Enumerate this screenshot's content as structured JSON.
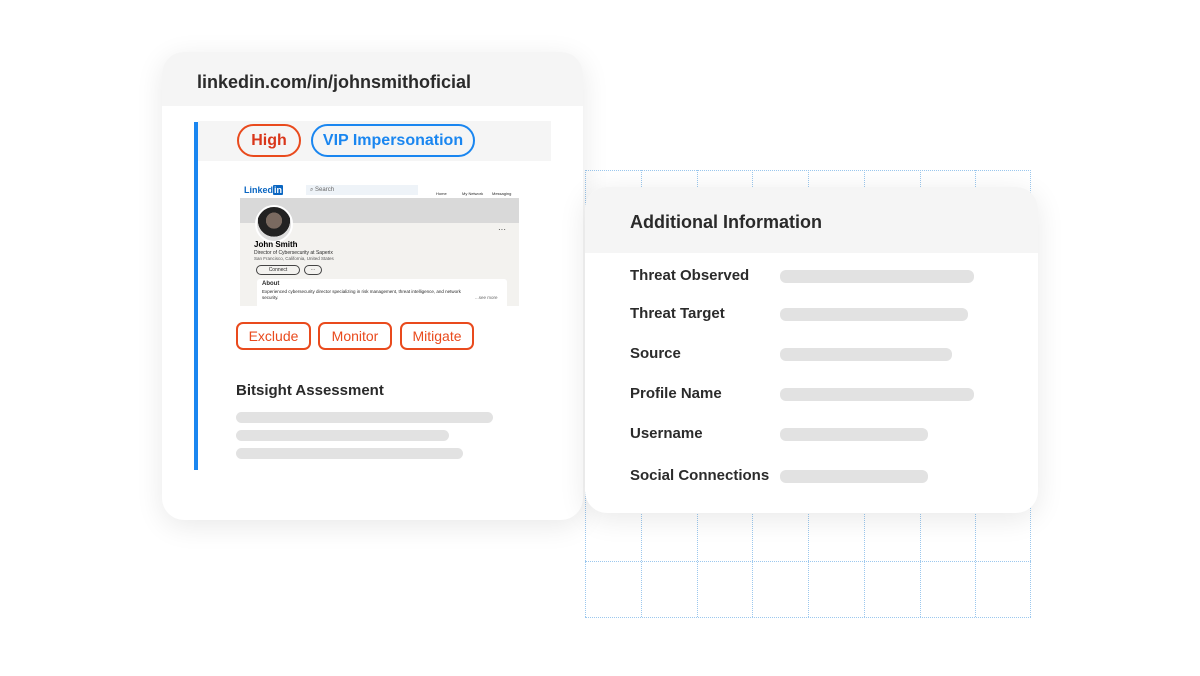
{
  "left_card": {
    "url": "linkedin.com/in/johnsmithoficial",
    "severity": "High",
    "category": "VIP Impersonation",
    "profile_preview": {
      "brand": "Linked",
      "brand_in": "in",
      "search": "Search",
      "nav": [
        "Home",
        "My Network",
        "Messaging"
      ],
      "name": "John Smith",
      "headline": "Director of Cybersecurity at Saperix",
      "location": "San Francisco, California, United States",
      "connect": "Connect",
      "more": "···",
      "menu": "···",
      "about_title": "About",
      "about_text": "Experienced cybersecurity director specializing in risk management, threat intelligence, and network security.",
      "see_more": "...see more"
    },
    "actions": [
      "Exclude",
      "Monitor",
      "Mitigate"
    ],
    "assessment_title": "Bitsight Assessment"
  },
  "right_card": {
    "title": "Additional Information",
    "fields": [
      "Threat Observed",
      "Threat Target",
      "Source",
      "Profile Name",
      "Username",
      "Social Connections"
    ]
  },
  "colors": {
    "accent_blue": "#1a86f0",
    "alert_red": "#e94a1d"
  }
}
